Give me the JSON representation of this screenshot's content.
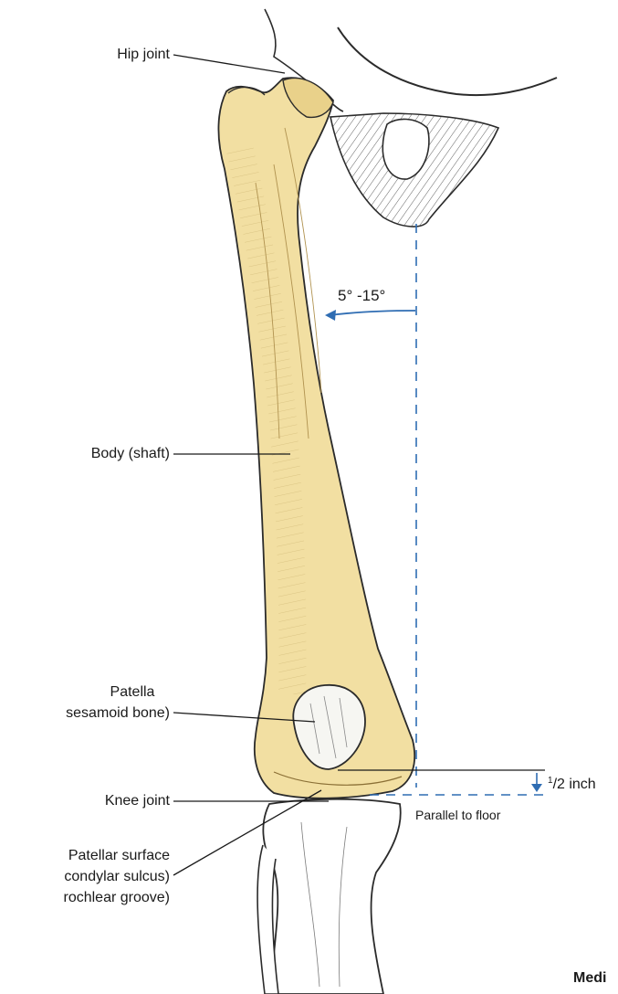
{
  "labels": {
    "hip_joint": "Hip joint",
    "body_shaft": "Body (shaft)",
    "patella_line1": "Patella",
    "patella_line2": "sesamoid bone)",
    "knee_joint": "Knee joint",
    "patellar_surface_line1": "Patellar surface",
    "patellar_surface_line2": "condylar sulcus)",
    "patellar_surface_line3": "rochlear groove)",
    "angle": "5° -15°",
    "half_inch_sup": "1",
    "half_inch_rest": "/2 inch",
    "parallel": "Parallel to floor",
    "corner": "Medi"
  },
  "colors": {
    "bone": "#f2dfa2",
    "bone_shade": "#dcc07a",
    "outline": "#2b2b2b",
    "guide_blue": "#2f6db3",
    "tibia": "#ffffff"
  }
}
